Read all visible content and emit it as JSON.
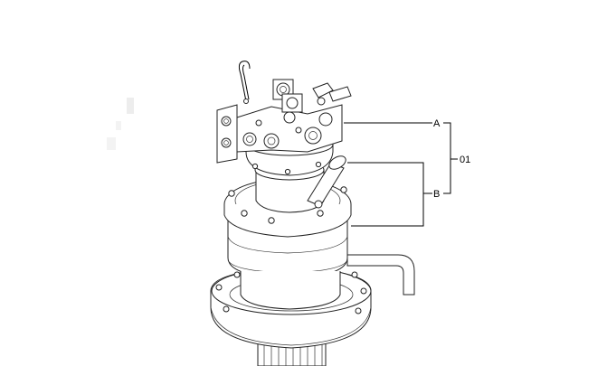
{
  "callouts": {
    "a": "A",
    "b": "B",
    "assembly": "01"
  }
}
